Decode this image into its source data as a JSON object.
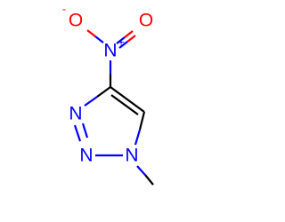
{
  "molecule": {
    "atoms": {
      "o_minus": "O",
      "o_minus_charge": "-",
      "n_nitro": "N",
      "n_nitro_charge": "+",
      "o_double": "O",
      "n3": "N",
      "n2": "N",
      "n1": "N"
    },
    "colors": {
      "carbon_bond": "#000000",
      "nitrogen": "#0000ff",
      "oxygen": "#ff0000"
    }
  }
}
